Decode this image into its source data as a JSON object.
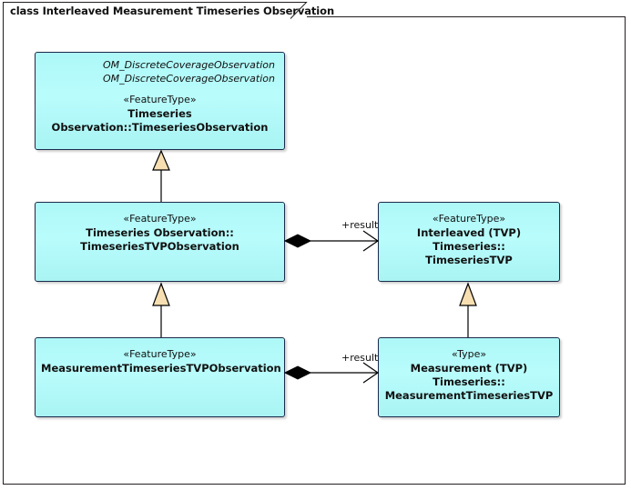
{
  "diagram": {
    "title": "class Interleaved Measurement Timeseries Observation",
    "background_color": "#ffffff",
    "frame_border_color": "#231f20",
    "class_fill_color": "#b3fafa",
    "class_border_color": "#1b2a4a",
    "generalization_fill_color": "#f7dfb2",
    "connector_color": "#000000"
  },
  "classes": [
    {
      "id": "timeseries-observation",
      "italic_line_1": "OM_DiscreteCoverageObservation",
      "italic_line_2": "OM_DiscreteCoverageObservation",
      "stereotype": "«FeatureType»",
      "name_line_1": "Timeseries Observation::TimeseriesObservation",
      "name_line_2": ""
    },
    {
      "id": "timeseries-tvp-observation",
      "stereotype": "«FeatureType»",
      "name_line_1": "Timeseries Observation::",
      "name_line_2": "TimeseriesTVPObservation"
    },
    {
      "id": "timeseries-tvp",
      "stereotype": "«FeatureType»",
      "name_line_1": "Interleaved (TVP) Timeseries::",
      "name_line_2": "TimeseriesTVP"
    },
    {
      "id": "measurement-timeseries-tvp-observation",
      "stereotype": "«FeatureType»",
      "name_line_1": "MeasurementTimeseriesTVPObservation",
      "name_line_2": ""
    },
    {
      "id": "measurement-timeseries-tvp",
      "stereotype": "«Type»",
      "name_line_1": "Measurement (TVP) Timeseries::",
      "name_line_2": "MeasurementTimeseriesTVP"
    }
  ],
  "connectors": {
    "result_label_upper": "+result",
    "result_label_lower": "+result"
  }
}
